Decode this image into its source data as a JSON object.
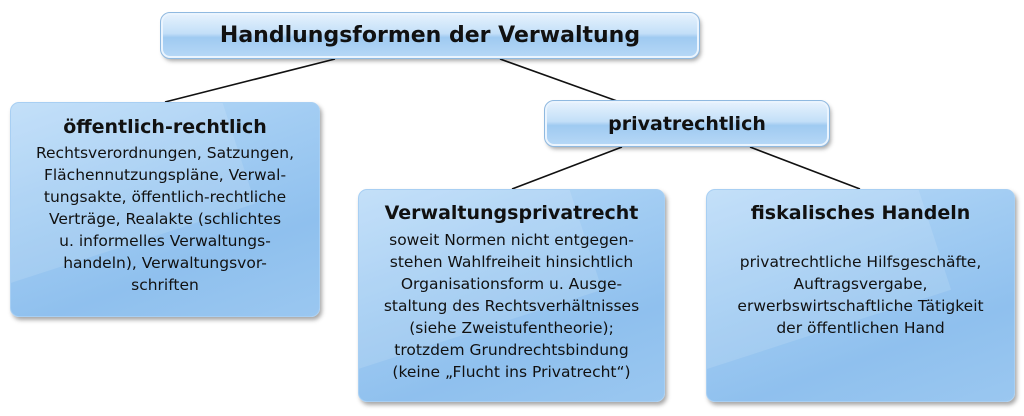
{
  "diagram": {
    "root": {
      "title": "Handlungsformen der Verwaltung"
    },
    "public_law": {
      "title": "öffentlich-rechtlich",
      "lines": [
        "Rechtsverordnungen, Satzungen,",
        "Flächennutzungspläne, Verwal-",
        "tungsakte, öffentlich-rechtliche",
        "Verträge, Realakte (schlichtes",
        "u. informelles Verwaltungs-",
        "handeln), Verwaltungsvor-",
        "schriften"
      ]
    },
    "private_law": {
      "title": "privatrechtlich"
    },
    "admin_private_law": {
      "title": "Verwaltungsprivatrecht",
      "lines": [
        "soweit Normen nicht entgegen-",
        "stehen Wahlfreiheit hinsichtlich",
        "Organisationsform u. Ausge-",
        "staltung des Rechtsverhältnisses",
        "(siehe Zweistufentheorie);",
        "trotzdem Grundrechtsbindung",
        "(keine „Flucht ins Privatrecht“)"
      ]
    },
    "fiscal": {
      "title": "fiskalisches Handeln",
      "lines": [
        "privatrechtliche Hilfsgeschäfte,",
        "Auftragsvergabe,",
        "erwerbswirtschaftliche Tätigkeit",
        "der öffentlichen Hand"
      ]
    }
  }
}
